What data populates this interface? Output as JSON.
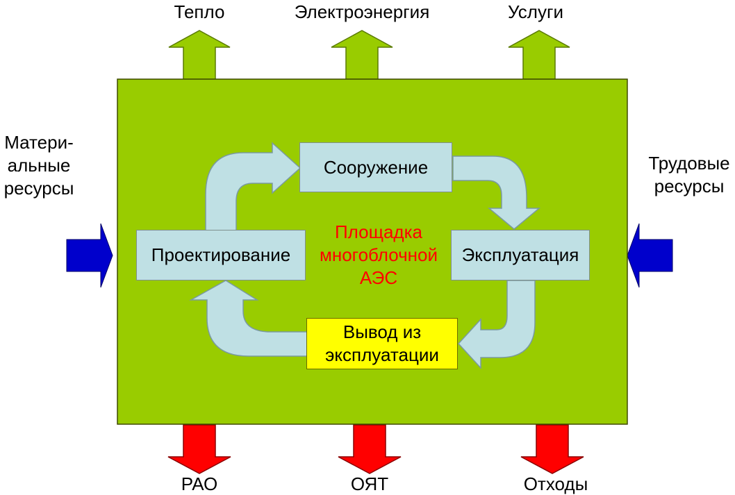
{
  "colors": {
    "site_fill": "#99cc00",
    "cycle_arrow_fill": "#bfe0e4",
    "output_arrow_fill": "#99cc00",
    "input_arrow_fill": "#0000cc",
    "waste_arrow_fill": "#ff0000",
    "center_text": "#ff0000",
    "decommissioning_fill": "#ffff00"
  },
  "outputs": [
    {
      "label": "Тепло"
    },
    {
      "label": "Электроэнергия"
    },
    {
      "label": "Услуги"
    }
  ],
  "inputs": {
    "left": {
      "lines": [
        "Матери-",
        "альные",
        "ресурсы"
      ]
    },
    "right": {
      "lines": [
        "Трудовые",
        "ресурсы"
      ]
    }
  },
  "wastes": [
    {
      "label": "РАО"
    },
    {
      "label": "ОЯТ"
    },
    {
      "label": "Отходы"
    }
  ],
  "site": {
    "title_lines": [
      "Площадка",
      "многоблочной",
      "АЭС"
    ]
  },
  "stages": {
    "construction": "Сооружение",
    "operation": "Эксплуатация",
    "design": "Проектирование",
    "decommissioning_lines": [
      "Вывод из",
      "эксплуатации"
    ]
  }
}
